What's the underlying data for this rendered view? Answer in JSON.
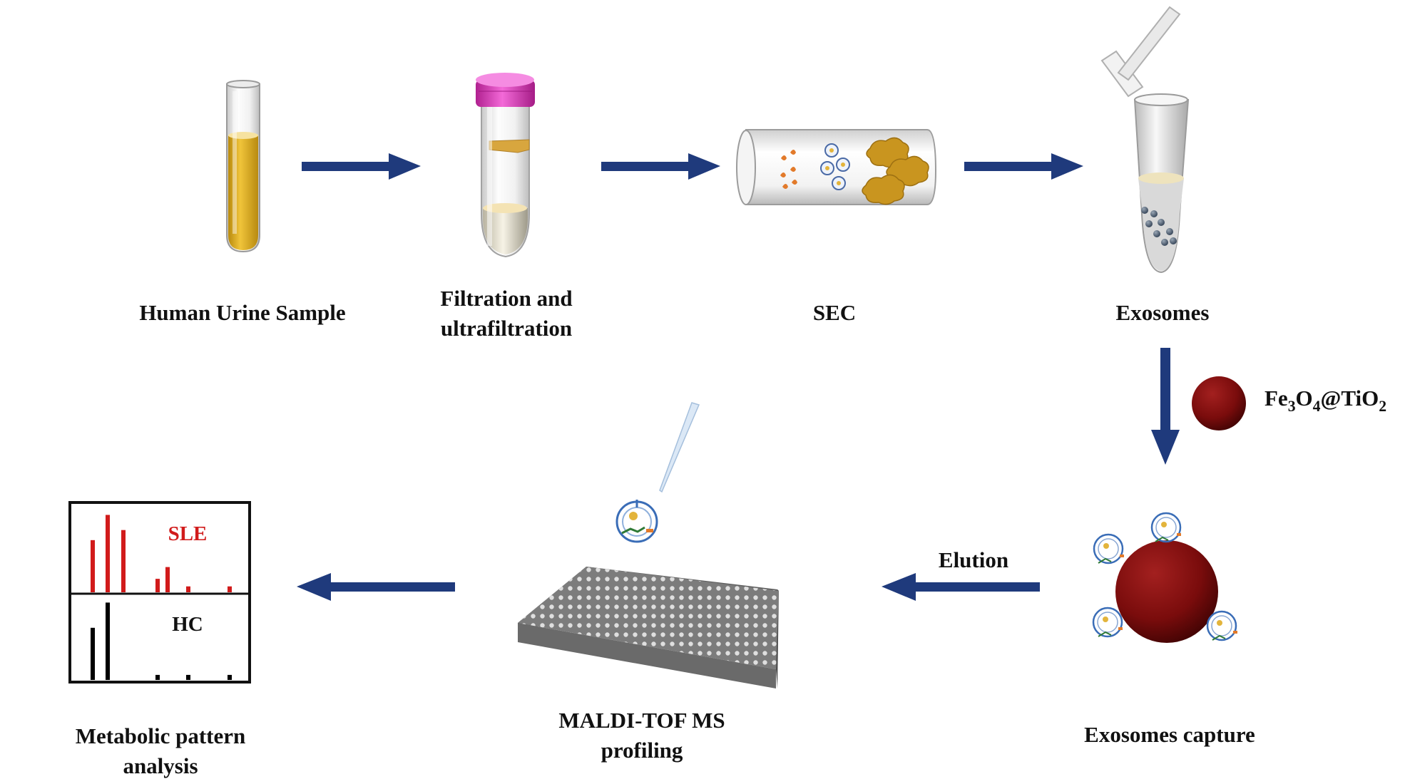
{
  "steps": {
    "urine": "Human Urine Sample",
    "filtration_line1": "Filtration and",
    "filtration_line2": "ultrafiltration",
    "sec": "SEC",
    "exosomes": "Exosomes",
    "capture": "Exosomes capture",
    "maldi_line1": "MALDI-TOF MS",
    "maldi_line2": "profiling",
    "metabolic_line1": "Metabolic pattern",
    "metabolic_line2": "analysis"
  },
  "reagent": {
    "part1": "Fe",
    "sub1": "3",
    "part2": "O",
    "sub2": "4",
    "part3": "@TiO",
    "sub3": "2"
  },
  "elution": "Elution",
  "spectrum": {
    "top_label": "SLE",
    "bottom_label": "HC",
    "top_peaks": [
      0.62,
      0.92,
      0.74,
      0.16,
      0.3,
      0.07,
      0.07
    ],
    "bottom_peaks": [
      0.62,
      0.92,
      0.06,
      0.06,
      0.06
    ]
  },
  "colors": {
    "arrow": "#1f3a7c",
    "urine": "#e0b21f",
    "cap": "#e23fc2",
    "bead": "#7a0c0c",
    "sle": "#d11b1b",
    "hc": "#000000"
  }
}
